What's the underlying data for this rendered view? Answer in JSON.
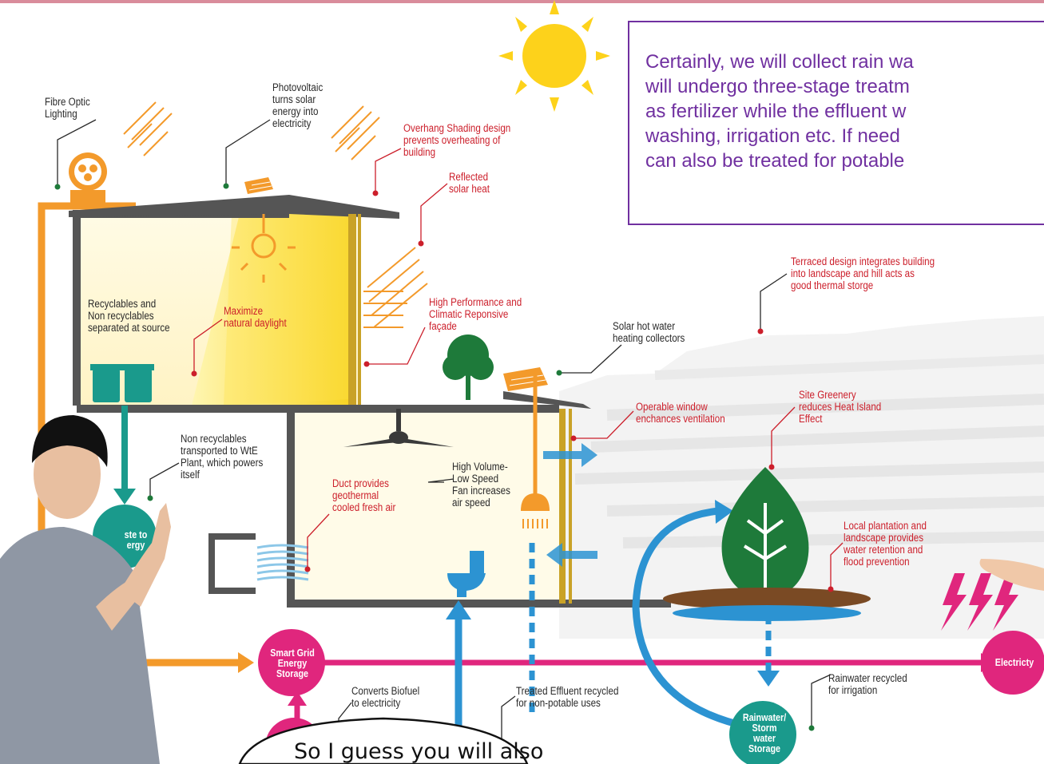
{
  "callout": {
    "lines": [
      "Certainly, we will collect rain wa",
      "will undergo three-stage treatm",
      "as fertilizer while the effluent w",
      "washing, irrigation etc.  If need",
      "can also be treated for potable"
    ]
  },
  "speech_bubble": "So I guess you will also",
  "labels": {
    "fibre_optic": [
      "Fibre Optic",
      "Lighting"
    ],
    "photovoltaic": [
      "Photovoltaic",
      "turns solar",
      "energy into",
      "electricity"
    ],
    "overhang": [
      "Overhang Shading design",
      "prevents overheating of",
      "building"
    ],
    "reflected": [
      "Reflected",
      "solar heat"
    ],
    "recyclables": [
      "Recyclables and",
      "Non recyclables",
      "separated at source"
    ],
    "daylight": [
      "Maximize",
      "natural daylight"
    ],
    "facade": [
      "High Performance and",
      "Climatic Reponsive",
      "façade"
    ],
    "solar_hot_water": [
      "Solar hot water",
      "heating collectors"
    ],
    "terraced": [
      "Terraced design integrates building",
      "into landscape and hill acts as",
      "good thermal storge"
    ],
    "non_recyclables": [
      "Non recyclables",
      "transported to WtE",
      "Plant, which powers",
      "itself"
    ],
    "duct": [
      "Duct provides",
      "geothermal",
      "cooled fresh air"
    ],
    "fan": [
      "High Volume-",
      "Low Speed",
      "Fan increases",
      "air speed"
    ],
    "operable_window": [
      "Operable window",
      "enchances ventilation"
    ],
    "site_greenery": [
      "Site Greenery",
      "reduces Heat Island",
      "Effect"
    ],
    "local_plantation": [
      "Local plantation and",
      "landscape provides",
      "water retention and",
      "flood prevention"
    ],
    "biofuel": [
      "Converts Biofuel",
      "to electricity"
    ],
    "treated_effluent": [
      "Treated Effluent recycled",
      "for non-potable uses"
    ],
    "rainwater_recycled": [
      "Rainwater recycled",
      "for irrigation"
    ]
  },
  "circles": {
    "waste_to_energy": [
      "ste to",
      "ergy"
    ],
    "smart_grid": [
      "Smart Grid",
      "Energy",
      "Storage"
    ],
    "electricity": [
      "Electricty"
    ],
    "rainwater_storage": [
      "Rainwater/",
      "Storm",
      "water",
      "Storage"
    ]
  },
  "colors": {
    "orange": "#f39a2b",
    "magenta": "#e0267d",
    "teal": "#1a9a8c",
    "blue_arrow": "#2c93d2",
    "purple_border": "#7030a0",
    "label_red": "#cc1f2b",
    "sun_yellow": "#fdd21b",
    "building_gray": "#555555",
    "leaf_green": "#1e7a3a"
  },
  "icons": [
    "sun-icon",
    "solar-panel-icon",
    "light-bulb-icon",
    "recycle-bin-icon",
    "tree-icon",
    "ceiling-fan-icon",
    "shower-icon",
    "toilet-icon",
    "leaf-icon",
    "lightning-icon",
    "fibre-optic-lamp-icon"
  ]
}
